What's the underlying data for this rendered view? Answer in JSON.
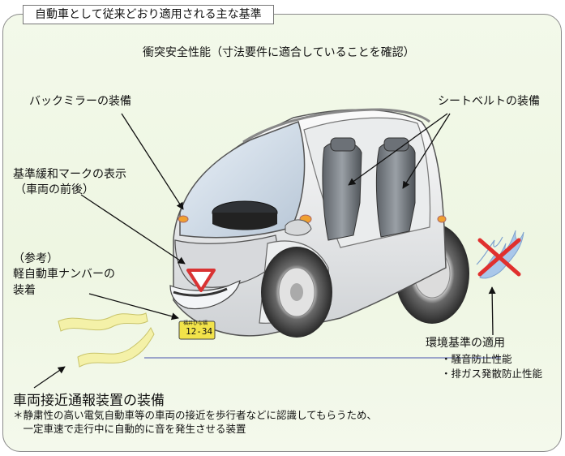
{
  "title": "自動車として従来どおり適用される主な基準",
  "labels": {
    "crash_safety": "衝突安全性能（寸法要件に適合していることを確認）",
    "back_mirror": "バックミラーの装備",
    "seatbelt": "シートベルトの装備",
    "mark_line1": "基準緩和マークの表示",
    "mark_line2": "（車両の前後）",
    "ref_line1": "（参考）",
    "ref_line2": "軽自動車ナンバーの",
    "ref_line3": "装着",
    "env_title": "環境基準の適用",
    "env_item1": "・騒音防止性能",
    "env_item2": "・排ガス発散防止性能",
    "avas_title": "車両接近通報装置の装備",
    "avas_note1": "＊静粛性の高い電気自動車等の車両の接近を歩行者などに認識してもらうため、",
    "avas_note2": "　一定車速で走行中に自動的に音を発生させる装置"
  },
  "plate": {
    "top_text": "福井ひな福",
    "number": "12-34"
  },
  "colors": {
    "panel_bg": "#f1f8e6",
    "mark_red": "#d93333",
    "plate_yellow": "#f2e34a",
    "wave_yellow": "#f4f1a8",
    "exhaust_blue": "#a9c7ea",
    "cross_red": "#e0302e"
  },
  "icons": [
    "sound-wave-icon",
    "exhaust-gas-icon",
    "prohibition-cross-icon",
    "warning-triangle-mark-icon"
  ]
}
